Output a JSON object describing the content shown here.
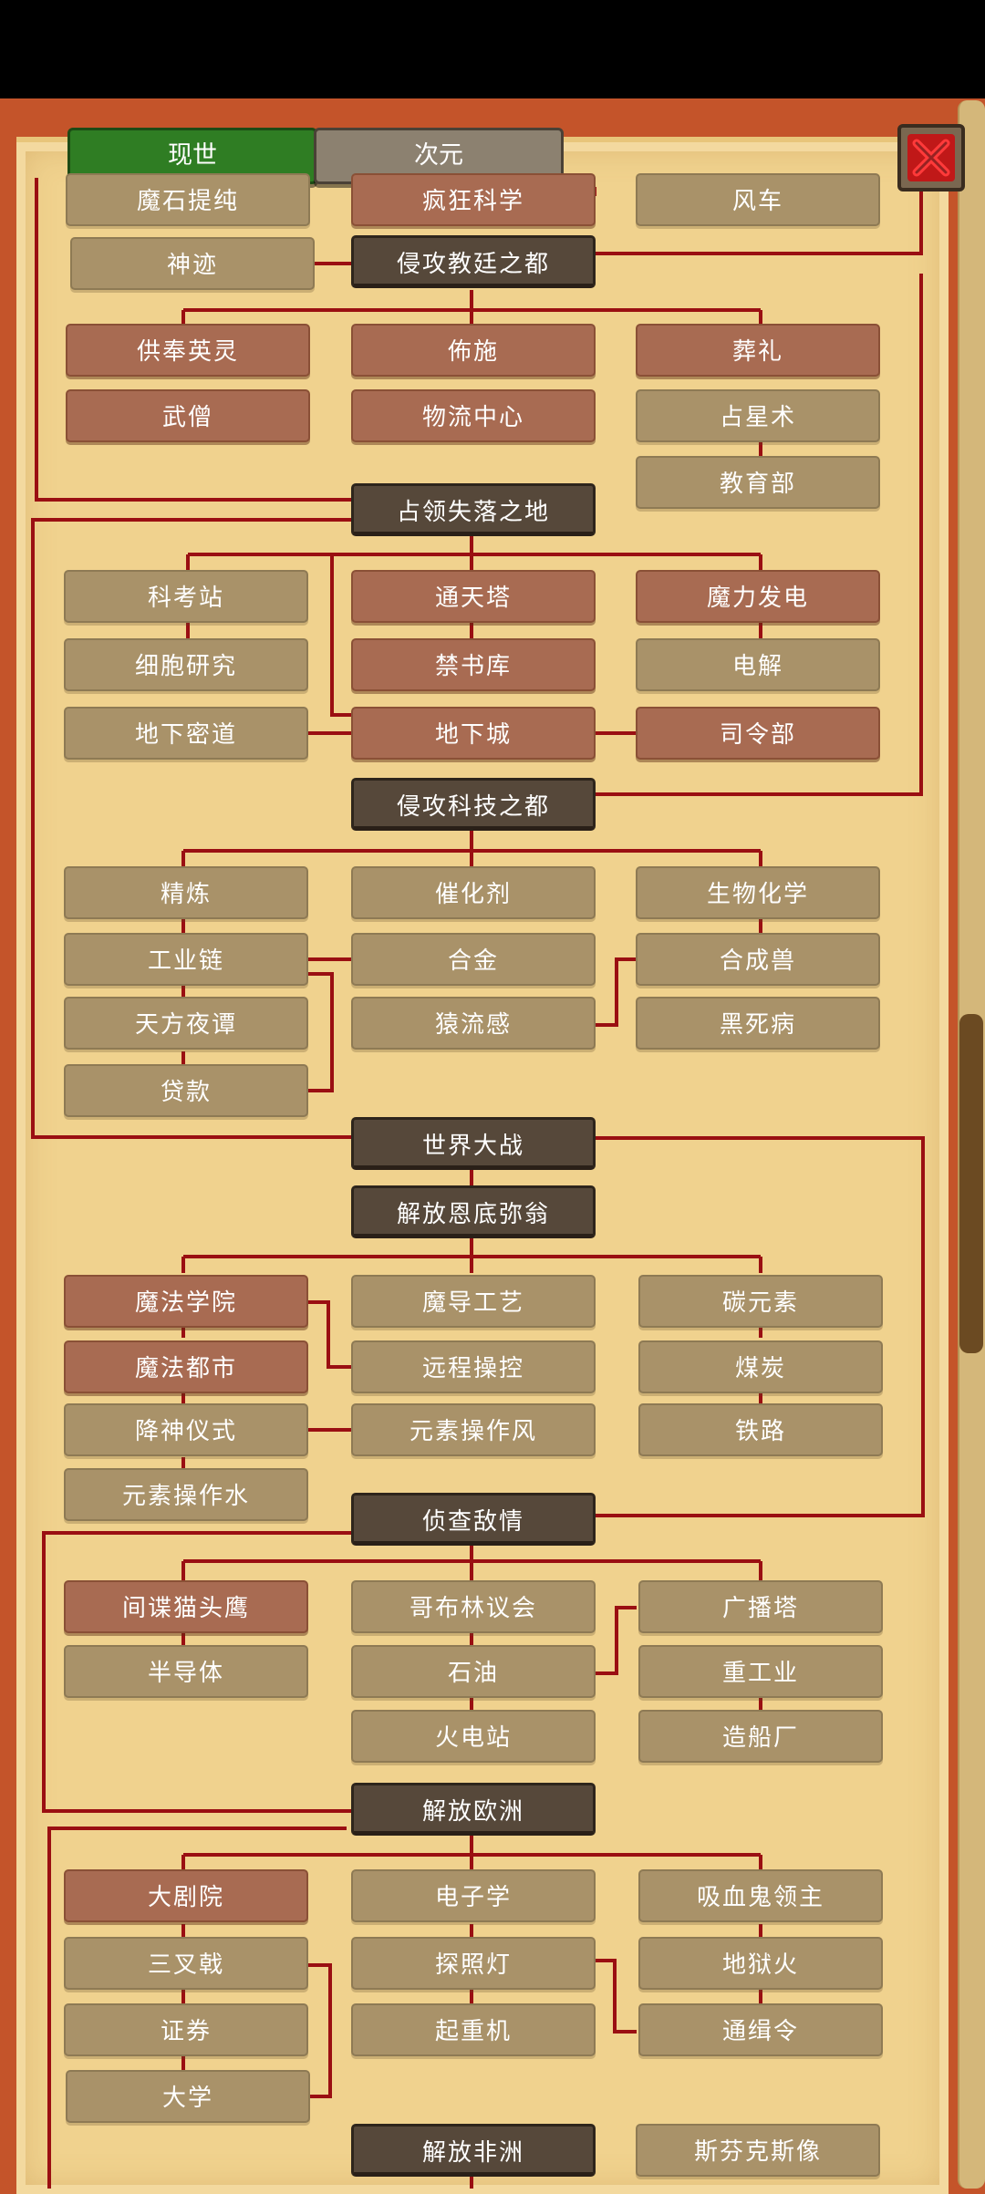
{
  "tabs": [
    {
      "label": "现世",
      "active": true
    },
    {
      "label": "次元",
      "active": false
    }
  ],
  "close_icon": "close-icon",
  "colors": {
    "researched": "#a86b52",
    "available": "#a99269",
    "milestone": "#56483a",
    "line": "#9a0f12",
    "parchment": "#f0d28e"
  },
  "nodes": [
    {
      "id": "mofa-tichun",
      "label": "魔石提纯",
      "state": "avail"
    },
    {
      "id": "fengkuang-kexue",
      "label": "疯狂科学",
      "state": "done"
    },
    {
      "id": "fengche",
      "label": "风车",
      "state": "avail"
    },
    {
      "id": "shenji",
      "label": "神迹",
      "state": "avail"
    },
    {
      "id": "qingong-jiaoting",
      "label": "侵攻教廷之都",
      "state": "hub"
    },
    {
      "id": "gongfeng-yingling",
      "label": "供奉英灵",
      "state": "done"
    },
    {
      "id": "bushi",
      "label": "佈施",
      "state": "done"
    },
    {
      "id": "zangli",
      "label": "葬礼",
      "state": "done"
    },
    {
      "id": "wuseng",
      "label": "武僧",
      "state": "done"
    },
    {
      "id": "wuliu-zhongxin",
      "label": "物流中心",
      "state": "done"
    },
    {
      "id": "zhanxingshu",
      "label": "占星术",
      "state": "avail"
    },
    {
      "id": "jiaoyubu",
      "label": "教育部",
      "state": "avail"
    },
    {
      "id": "zhanling-shiluo",
      "label": "占领失落之地",
      "state": "hub"
    },
    {
      "id": "kekaozhan",
      "label": "科考站",
      "state": "avail"
    },
    {
      "id": "tongtianta",
      "label": "通天塔",
      "state": "done"
    },
    {
      "id": "moli-fadian",
      "label": "魔力发电",
      "state": "done"
    },
    {
      "id": "xibao-yanjiu",
      "label": "细胞研究",
      "state": "avail"
    },
    {
      "id": "jinshuku",
      "label": "禁书库",
      "state": "done"
    },
    {
      "id": "dianjie",
      "label": "电解",
      "state": "avail"
    },
    {
      "id": "dixia-midao",
      "label": "地下密道",
      "state": "avail"
    },
    {
      "id": "dixiacheng",
      "label": "地下城",
      "state": "done"
    },
    {
      "id": "silingbu",
      "label": "司令部",
      "state": "done"
    },
    {
      "id": "qingong-keji",
      "label": "侵攻科技之都",
      "state": "hub"
    },
    {
      "id": "jinglian",
      "label": "精炼",
      "state": "avail"
    },
    {
      "id": "cuihuaji",
      "label": "催化剂",
      "state": "avail"
    },
    {
      "id": "shengwu-huaxue",
      "label": "生物化学",
      "state": "avail"
    },
    {
      "id": "gongyelian",
      "label": "工业链",
      "state": "avail"
    },
    {
      "id": "hejin",
      "label": "合金",
      "state": "avail"
    },
    {
      "id": "hechengshou",
      "label": "合成兽",
      "state": "avail"
    },
    {
      "id": "tianfang-yetan",
      "label": "天方夜谭",
      "state": "avail"
    },
    {
      "id": "zhuliugan",
      "label": "猿流感",
      "state": "avail"
    },
    {
      "id": "heisibing",
      "label": "黑死病",
      "state": "avail"
    },
    {
      "id": "daikuan",
      "label": "贷款",
      "state": "avail"
    },
    {
      "id": "shijie-dazhan",
      "label": "世界大战",
      "state": "hub"
    },
    {
      "id": "jiefang-endi",
      "label": "解放恩底弥翁",
      "state": "hub"
    },
    {
      "id": "mofa-xueyuan",
      "label": "魔法学院",
      "state": "done"
    },
    {
      "id": "modao-gongyi",
      "label": "魔导工艺",
      "state": "avail"
    },
    {
      "id": "tan-yuansu",
      "label": "碳元素",
      "state": "avail"
    },
    {
      "id": "mofa-dushi",
      "label": "魔法都市",
      "state": "done"
    },
    {
      "id": "yuancheng-caokong",
      "label": "远程操控",
      "state": "avail"
    },
    {
      "id": "meitan",
      "label": "煤炭",
      "state": "avail"
    },
    {
      "id": "jiangshen-yishi",
      "label": "降神仪式",
      "state": "avail"
    },
    {
      "id": "yuansu-feng",
      "label": "元素操作风",
      "state": "avail"
    },
    {
      "id": "tielu",
      "label": "铁路",
      "state": "avail"
    },
    {
      "id": "yuansu-shui",
      "label": "元素操作水",
      "state": "avail"
    },
    {
      "id": "zhencha-diqing",
      "label": "侦查敌情",
      "state": "hub"
    },
    {
      "id": "jiandie-maotouying",
      "label": "间谍猫头鹰",
      "state": "done"
    },
    {
      "id": "gebulin-yihui",
      "label": "哥布林议会",
      "state": "avail"
    },
    {
      "id": "guangbota",
      "label": "广播塔",
      "state": "avail"
    },
    {
      "id": "bandaoti",
      "label": "半导体",
      "state": "avail"
    },
    {
      "id": "shiyou",
      "label": "石油",
      "state": "avail"
    },
    {
      "id": "zhonggongye",
      "label": "重工业",
      "state": "avail"
    },
    {
      "id": "huodianzhan",
      "label": "火电站",
      "state": "avail"
    },
    {
      "id": "zaochuanchang",
      "label": "造船厂",
      "state": "avail"
    },
    {
      "id": "jiefang-ouzhou",
      "label": "解放欧洲",
      "state": "hub"
    },
    {
      "id": "dajuyuan",
      "label": "大剧院",
      "state": "done"
    },
    {
      "id": "dianzixue",
      "label": "电子学",
      "state": "avail"
    },
    {
      "id": "xixuegui-lingzhu",
      "label": "吸血鬼领主",
      "state": "avail"
    },
    {
      "id": "sanchaji",
      "label": "三叉戟",
      "state": "avail"
    },
    {
      "id": "tanzhaodeng",
      "label": "探照灯",
      "state": "avail"
    },
    {
      "id": "diyuhuo",
      "label": "地狱火",
      "state": "avail"
    },
    {
      "id": "zhengquan",
      "label": "证券",
      "state": "avail"
    },
    {
      "id": "qizhongji",
      "label": "起重机",
      "state": "avail"
    },
    {
      "id": "tongjiling",
      "label": "通缉令",
      "state": "avail"
    },
    {
      "id": "daxue",
      "label": "大学",
      "state": "avail"
    },
    {
      "id": "jiefang-feizhou",
      "label": "解放非洲",
      "state": "hub"
    },
    {
      "id": "sifenkesi",
      "label": "斯芬克斯像",
      "state": "avail"
    }
  ]
}
